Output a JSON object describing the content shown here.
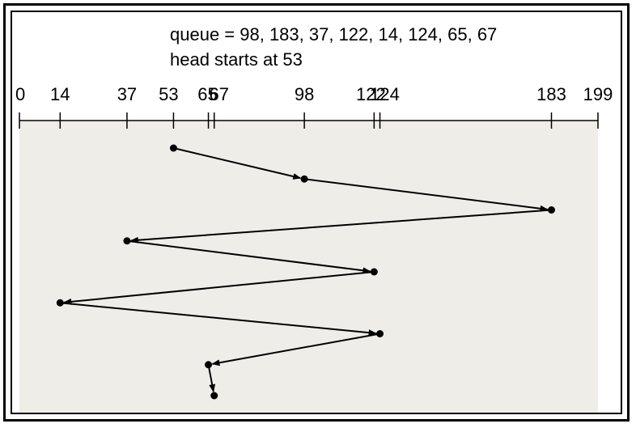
{
  "diagram": {
    "queue_text": "queue = 98, 183, 37, 122, 14, 124, 65, 67",
    "head_text": "head starts at 53",
    "colors": {
      "plot_bg": "#eeede8",
      "ink": "#000000"
    }
  },
  "chart_data": {
    "type": "line",
    "title": "",
    "xlabel": "",
    "ylabel": "",
    "xlim": [
      0,
      199
    ],
    "x_ticks": [
      0,
      14,
      37,
      53,
      65,
      67,
      98,
      122,
      124,
      183,
      199
    ],
    "tick_labels": [
      "0",
      "14",
      "37",
      "53",
      "65",
      "67",
      "98",
      "122",
      "124",
      "183",
      "199"
    ],
    "series": [
      {
        "values": [
          53,
          98,
          183,
          37,
          122,
          14,
          124,
          65,
          67
        ]
      }
    ],
    "grid": false,
    "legend": "none"
  }
}
